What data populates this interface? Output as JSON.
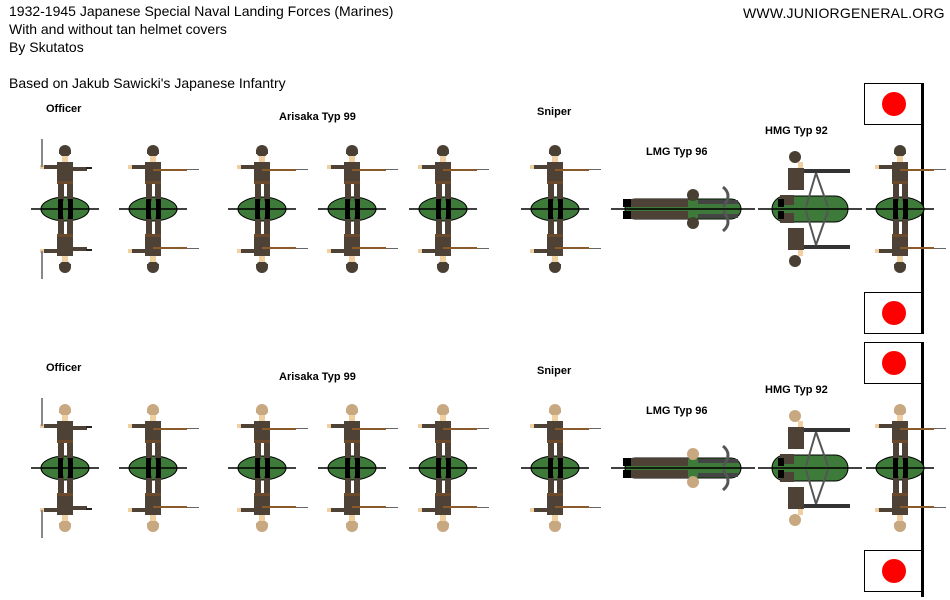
{
  "header": {
    "lines": [
      "1932-1945 Japanese Special Naval Landing Forces (Marines)",
      "With and without tan helmet covers",
      "By Skutatos",
      "",
      "Based on Jakub Sawicki's Japanese Infantry"
    ],
    "website": "WWW.JUNIORGENERAL.ORG"
  },
  "colors": {
    "uniform": "#4e4236",
    "helmet_dark": "#4a3f33",
    "helmet_tan": "#c8a880",
    "base_green": "#3e7a3a",
    "skin": "#f0d0a0",
    "rifle_wood": "#8a5a2a",
    "boot": "#000000",
    "flag_red": "#ff0000"
  },
  "rows": [
    {
      "name": "dark-helmets",
      "labels": {
        "officer": "Officer",
        "arisaka": "Arisaka Typ 99",
        "sniper": "Sniper",
        "lmg": "LMG Typ 96",
        "hmg": "HMG Typ 92"
      }
    },
    {
      "name": "tan-helmet-covers",
      "labels": {
        "officer": "Officer",
        "arisaka": "Arisaka Typ 99",
        "sniper": "Sniper",
        "lmg": "LMG Typ 96",
        "hmg": "HMG Typ 92"
      }
    }
  ]
}
